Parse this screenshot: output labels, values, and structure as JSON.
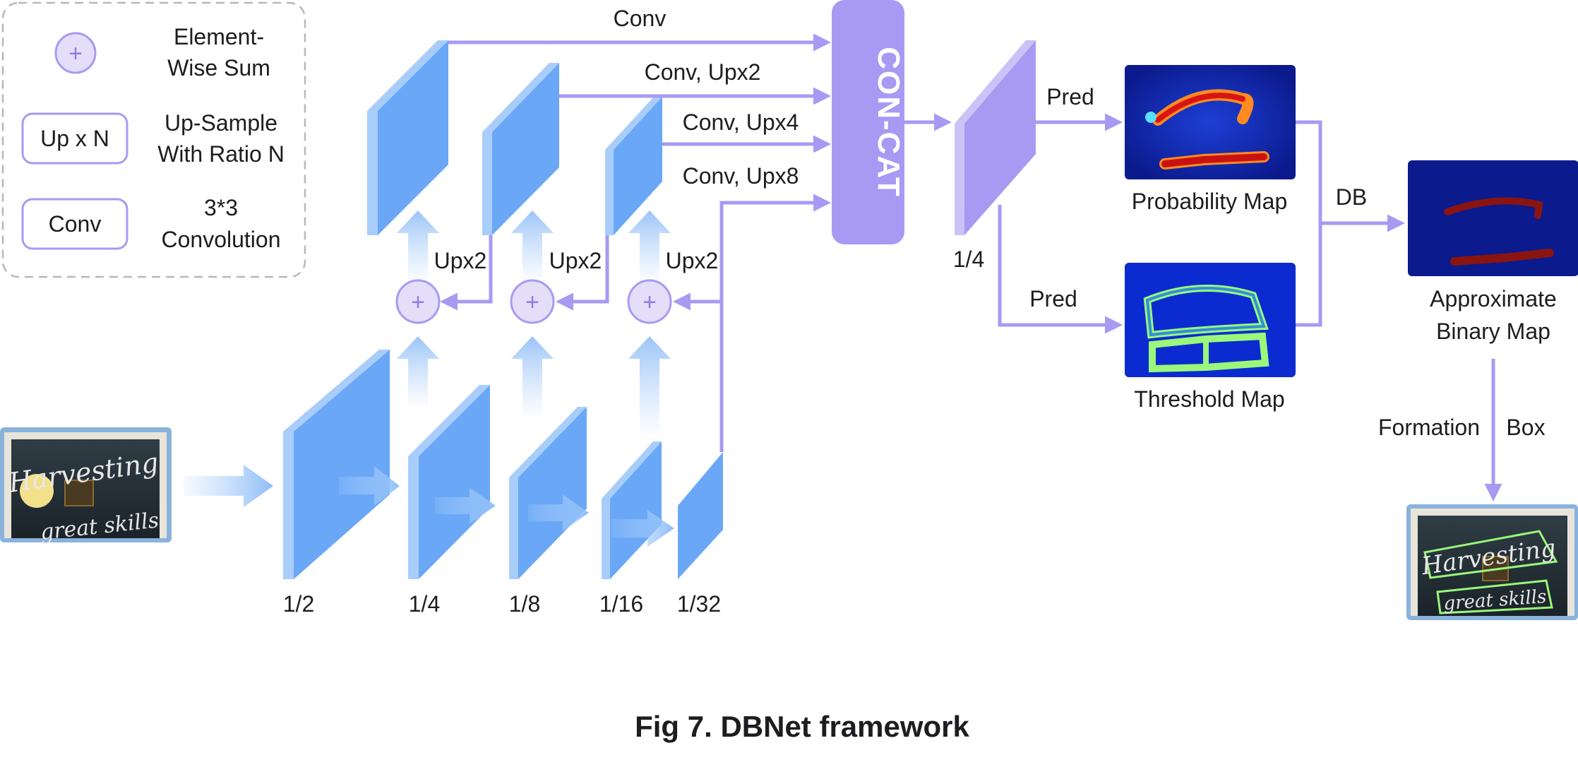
{
  "legend": {
    "sum_symbol": "+",
    "sum_label_line1": "Element-",
    "sum_label_line2": "Wise Sum",
    "up_box": "Up x N",
    "up_label_line1": "Up-Sample",
    "up_label_line2": "With Ratio N",
    "conv_box": "Conv",
    "conv_label_line1": "3*3",
    "conv_label_line2": "Convolution"
  },
  "backbone": {
    "scales": [
      "1/2",
      "1/4",
      "1/8",
      "1/16",
      "1/32"
    ]
  },
  "fpn": {
    "upsample_labels": [
      "Upx2",
      "Upx2",
      "Upx2"
    ],
    "branch_labels": [
      "Conv",
      "Conv, Upx2",
      "Conv, Upx4",
      "Conv, Upx8"
    ]
  },
  "concat": {
    "label": "CON-CAT"
  },
  "feature": {
    "scale": "1/4"
  },
  "head": {
    "pred_top": "Pred",
    "pred_bottom": "Pred",
    "probability_map": "Probability Map",
    "threshold_map": "Threshold Map",
    "db_label": "DB",
    "binary_map_line1": "Approximate",
    "binary_map_line2": "Binary Map",
    "formation_label": "Formation",
    "box_label": "Box"
  },
  "input_image": {
    "text_line1": "Harvesting",
    "text_line2": "great skills"
  },
  "output_image": {
    "text_line1": "Harvesting",
    "text_line2": "great skills"
  },
  "caption": "Fig 7.  DBNet framework",
  "colors": {
    "arrow": "#a89af2",
    "block_front": "#6aa8f7",
    "block_side": "#a9cdfb",
    "concat": "#a89af2",
    "feature_front": "#a89af2",
    "feature_side": "#cbc2f8",
    "heatmap_bg": "#0b1a8c"
  }
}
